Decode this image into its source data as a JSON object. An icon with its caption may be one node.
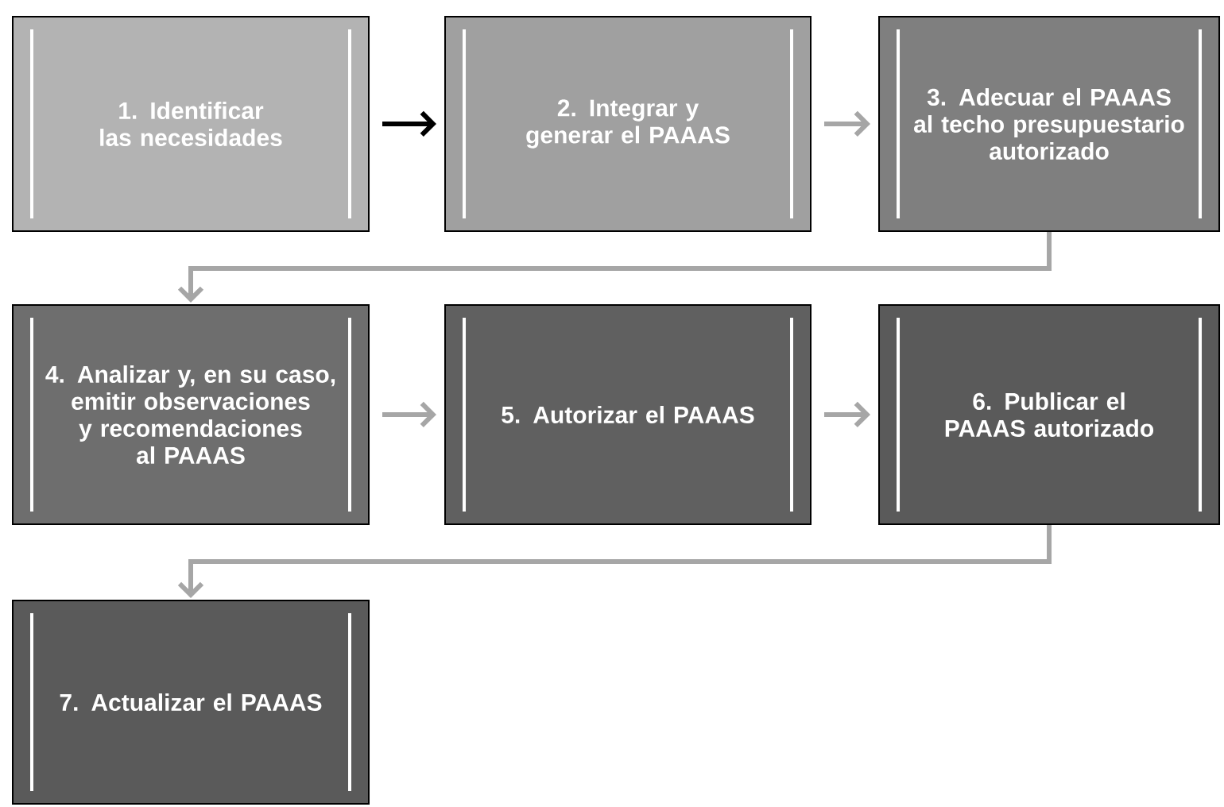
{
  "diagram": {
    "nodes": [
      {
        "text": [
          "1. Identificar las necesidades"
        ]
      },
      {
        "text": [
          "2. Integrar y generar el PAAAS"
        ]
      },
      {
        "text": [
          "3. Adecuar  el PAAAS al techo presupuestario autorizado"
        ]
      },
      {
        "text": [
          "4. Analizar y, en su caso, emitir observaciones y recomendaciones al PAAAS"
        ]
      },
      {
        "text": [
          "5. Autorizar el PAAAS"
        ]
      },
      {
        "text": [
          "6. Publicar el PAAAS autorizado"
        ]
      },
      {
        "text": [
          "7. Actualizar el PAAAS"
        ]
      }
    ],
    "edges": [
      {
        "from": 0,
        "to": 1,
        "arrow": "to",
        "color": "#000000"
      },
      {
        "from": 1,
        "to": 2,
        "arrow": "to"
      },
      {
        "from": 2,
        "to": 3,
        "arrow": "to"
      },
      {
        "from": 3,
        "to": 4,
        "arrow": "to"
      },
      {
        "from": 4,
        "to": 5,
        "arrow": "to"
      },
      {
        "from": 5,
        "to": 6,
        "arrow": "to"
      }
    ]
  }
}
